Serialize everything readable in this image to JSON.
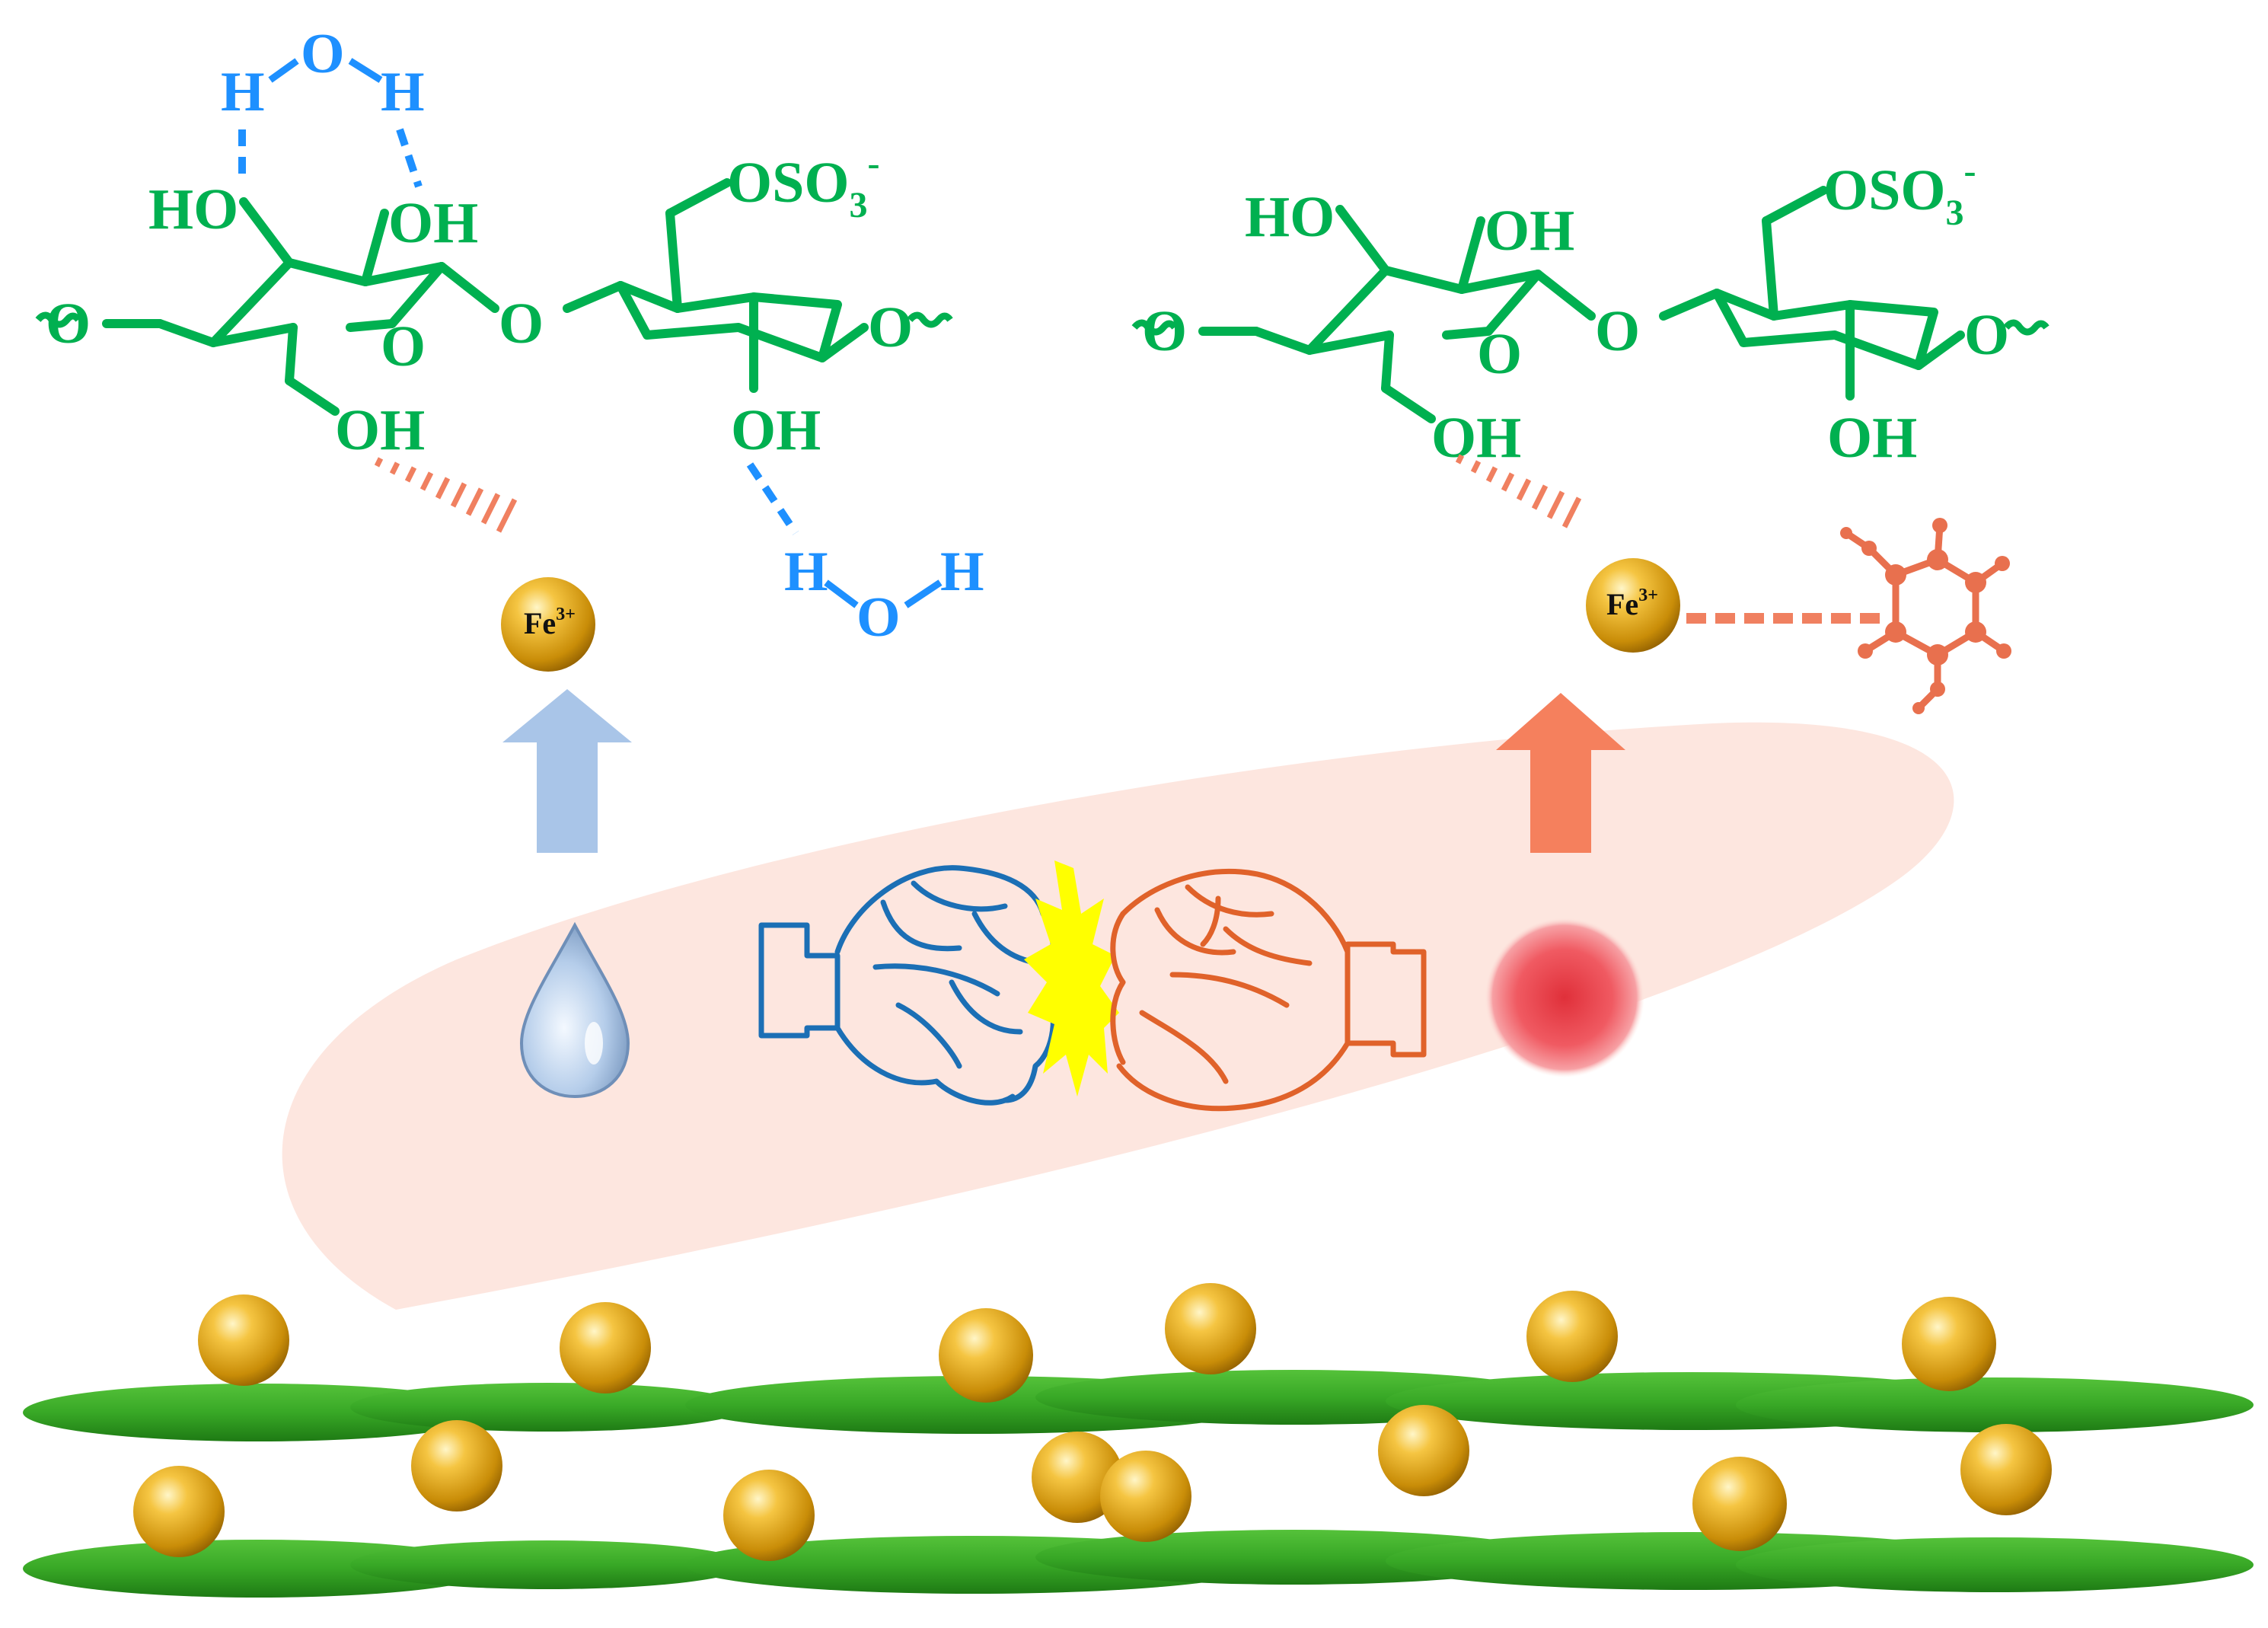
{
  "colors": {
    "saccharide": "#00b050",
    "water_bond": "#1e90ff",
    "coordination": "#f08060",
    "iron_ion": "#d89a10",
    "backdrop": "#fde6df",
    "blue_fist": "#1b6fb5",
    "orange_fist": "#e0622a",
    "spark": "#ffff00",
    "sheet": "#3fae2a",
    "arrow_blue": "#a9c5e8",
    "arrow_orange": "#f5805d",
    "ring": "#e8704e"
  },
  "left_structure": {
    "water_top": {
      "h_left": "H",
      "o": "O",
      "h_right": "H"
    },
    "ring1": {
      "ho": "HO",
      "oh": "OH",
      "ring_o": "O",
      "ch2oh": "OH"
    },
    "bridge_o": "O",
    "ring2": {
      "oso3": "OSO",
      "oso3_sub": "3",
      "oso3_sup": "-",
      "oh": "OH"
    },
    "chain_left": "O",
    "chain_right": "O",
    "water_bottom": {
      "h_left": "H",
      "o": "O",
      "h_right": "H"
    },
    "ion": {
      "symbol": "Fe",
      "charge": "3+"
    }
  },
  "right_structure": {
    "ring1": {
      "ho": "HO",
      "oh": "OH",
      "ring_o": "O",
      "ch2oh": "OH"
    },
    "bridge_o": "O",
    "ring2": {
      "oso3": "OSO",
      "oso3_sub": "3",
      "oso3_sup": "-",
      "oh": "OH"
    },
    "chain_left": "O",
    "chain_right": "O",
    "ion": {
      "symbol": "Fe",
      "charge": "3+"
    }
  },
  "icons": [
    "water-drop-icon",
    "blue-fist-icon",
    "impact-spark-icon",
    "orange-fist-icon",
    "red-particle-icon",
    "aromatic-ring-icon"
  ],
  "layers": {
    "sheets_per_row": 6,
    "rows": 2
  }
}
